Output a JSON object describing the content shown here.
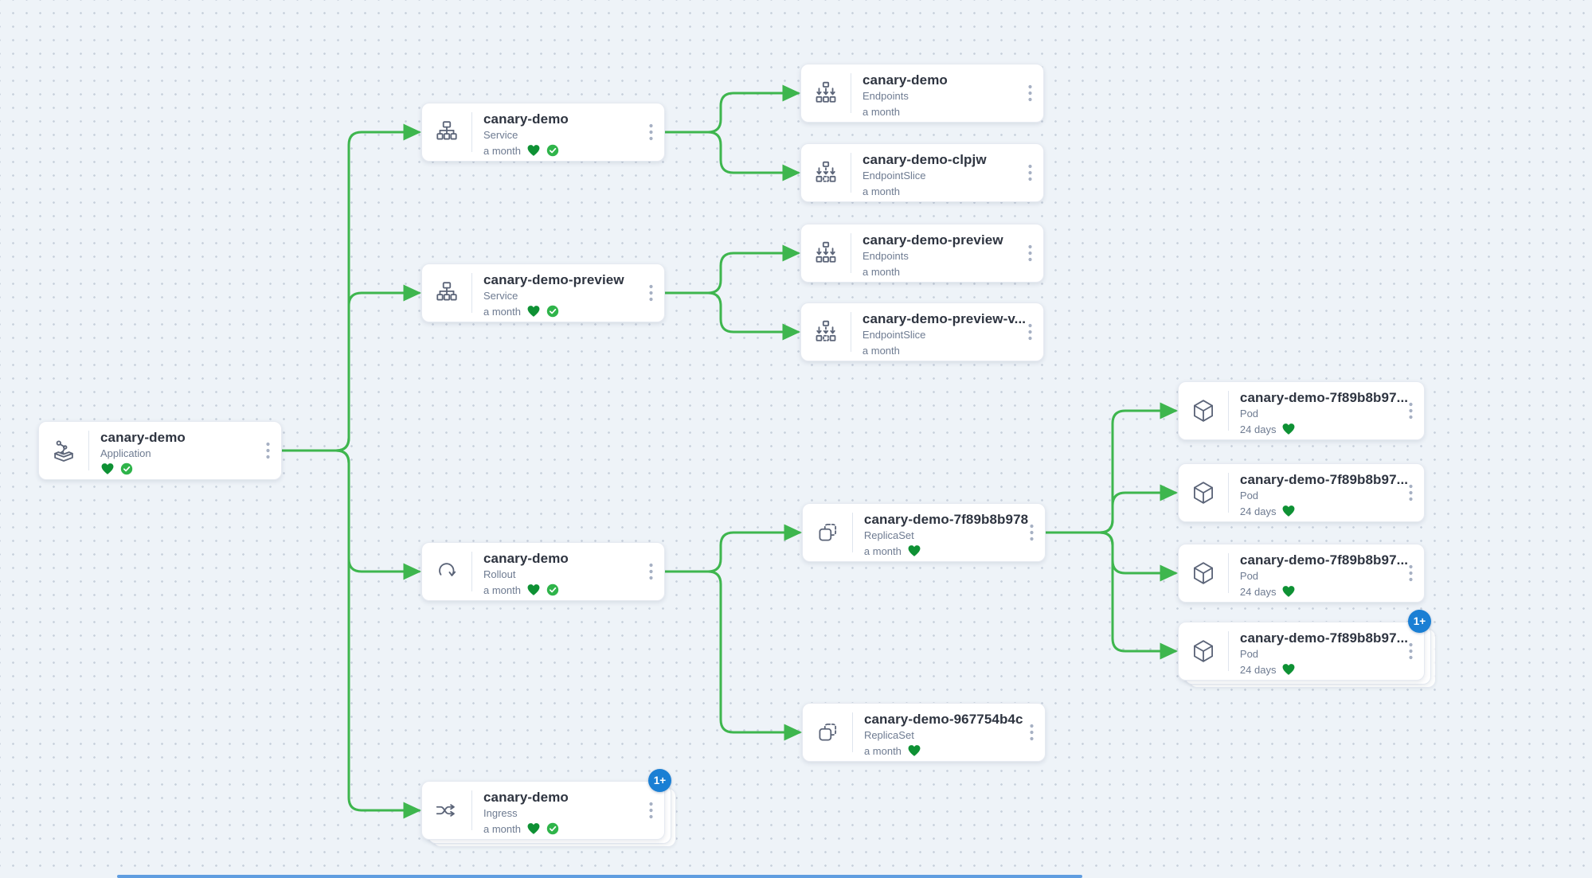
{
  "view": "application-resource-tree",
  "colors": {
    "edge_green": "#3eb64e",
    "healthy_heart_green": "#0e9134",
    "synced_check_green": "#2fb44a",
    "badge_blue": "#1a7fd4",
    "scrollbar_blue": "#5f9de0",
    "node_icon_slate": "#5b6478"
  },
  "nodes": [
    {
      "id": "app",
      "name": "canary-demo",
      "kind": "Application",
      "age": "",
      "icon": "argo-application-icon",
      "healthy": true,
      "synced": true,
      "badge": "",
      "stacked": false
    },
    {
      "id": "svc1",
      "name": "canary-demo",
      "kind": "Service",
      "age": "a month",
      "icon": "service-icon",
      "healthy": true,
      "synced": true,
      "badge": "",
      "stacked": false
    },
    {
      "id": "ep1",
      "name": "canary-demo",
      "kind": "Endpoints",
      "age": "a month",
      "icon": "endpoints-icon",
      "healthy": false,
      "synced": false,
      "badge": "",
      "stacked": false
    },
    {
      "id": "eps1",
      "name": "canary-demo-clpjw",
      "kind": "EndpointSlice",
      "age": "a month",
      "icon": "endpointslice-icon",
      "healthy": false,
      "synced": false,
      "badge": "",
      "stacked": false
    },
    {
      "id": "svc2",
      "name": "canary-demo-preview",
      "kind": "Service",
      "age": "a month",
      "icon": "service-icon",
      "healthy": true,
      "synced": true,
      "badge": "",
      "stacked": false
    },
    {
      "id": "ep2",
      "name": "canary-demo-preview",
      "kind": "Endpoints",
      "age": "a month",
      "icon": "endpoints-icon",
      "healthy": false,
      "synced": false,
      "badge": "",
      "stacked": false
    },
    {
      "id": "eps2",
      "name": "canary-demo-preview-v...",
      "kind": "EndpointSlice",
      "age": "a month",
      "icon": "endpointslice-icon",
      "healthy": false,
      "synced": false,
      "badge": "",
      "stacked": false
    },
    {
      "id": "rollout",
      "name": "canary-demo",
      "kind": "Rollout",
      "age": "a month",
      "icon": "rollout-icon",
      "healthy": true,
      "synced": true,
      "badge": "",
      "stacked": false
    },
    {
      "id": "rs1",
      "name": "canary-demo-7f89b8b978",
      "kind": "ReplicaSet",
      "age": "a month",
      "icon": "replicaset-icon",
      "healthy": true,
      "synced": false,
      "badge": "",
      "stacked": false
    },
    {
      "id": "pod1",
      "name": "canary-demo-7f89b8b97...",
      "kind": "Pod",
      "age": "24 days",
      "icon": "pod-icon",
      "healthy": true,
      "synced": false,
      "badge": "",
      "stacked": false
    },
    {
      "id": "pod2",
      "name": "canary-demo-7f89b8b97...",
      "kind": "Pod",
      "age": "24 days",
      "icon": "pod-icon",
      "healthy": true,
      "synced": false,
      "badge": "",
      "stacked": false
    },
    {
      "id": "pod3",
      "name": "canary-demo-7f89b8b97...",
      "kind": "Pod",
      "age": "24 days",
      "icon": "pod-icon",
      "healthy": true,
      "synced": false,
      "badge": "",
      "stacked": false
    },
    {
      "id": "pod4",
      "name": "canary-demo-7f89b8b97...",
      "kind": "Pod",
      "age": "24 days",
      "icon": "pod-icon",
      "healthy": true,
      "synced": false,
      "badge": "1+",
      "stacked": true
    },
    {
      "id": "rs2",
      "name": "canary-demo-967754b4c",
      "kind": "ReplicaSet",
      "age": "a month",
      "icon": "replicaset-icon",
      "healthy": true,
      "synced": false,
      "badge": "",
      "stacked": false
    },
    {
      "id": "ingress",
      "name": "canary-demo",
      "kind": "Ingress",
      "age": "a month",
      "icon": "ingress-icon",
      "healthy": true,
      "synced": true,
      "badge": "1+",
      "stacked": true
    }
  ],
  "edges": [
    [
      "app",
      "svc1"
    ],
    [
      "app",
      "svc2"
    ],
    [
      "app",
      "rollout"
    ],
    [
      "app",
      "ingress"
    ],
    [
      "svc1",
      "ep1"
    ],
    [
      "svc1",
      "eps1"
    ],
    [
      "svc2",
      "ep2"
    ],
    [
      "svc2",
      "eps2"
    ],
    [
      "rollout",
      "rs1"
    ],
    [
      "rollout",
      "rs2"
    ],
    [
      "rs1",
      "pod1"
    ],
    [
      "rs1",
      "pod2"
    ],
    [
      "rs1",
      "pod3"
    ],
    [
      "rs1",
      "pod4"
    ]
  ]
}
